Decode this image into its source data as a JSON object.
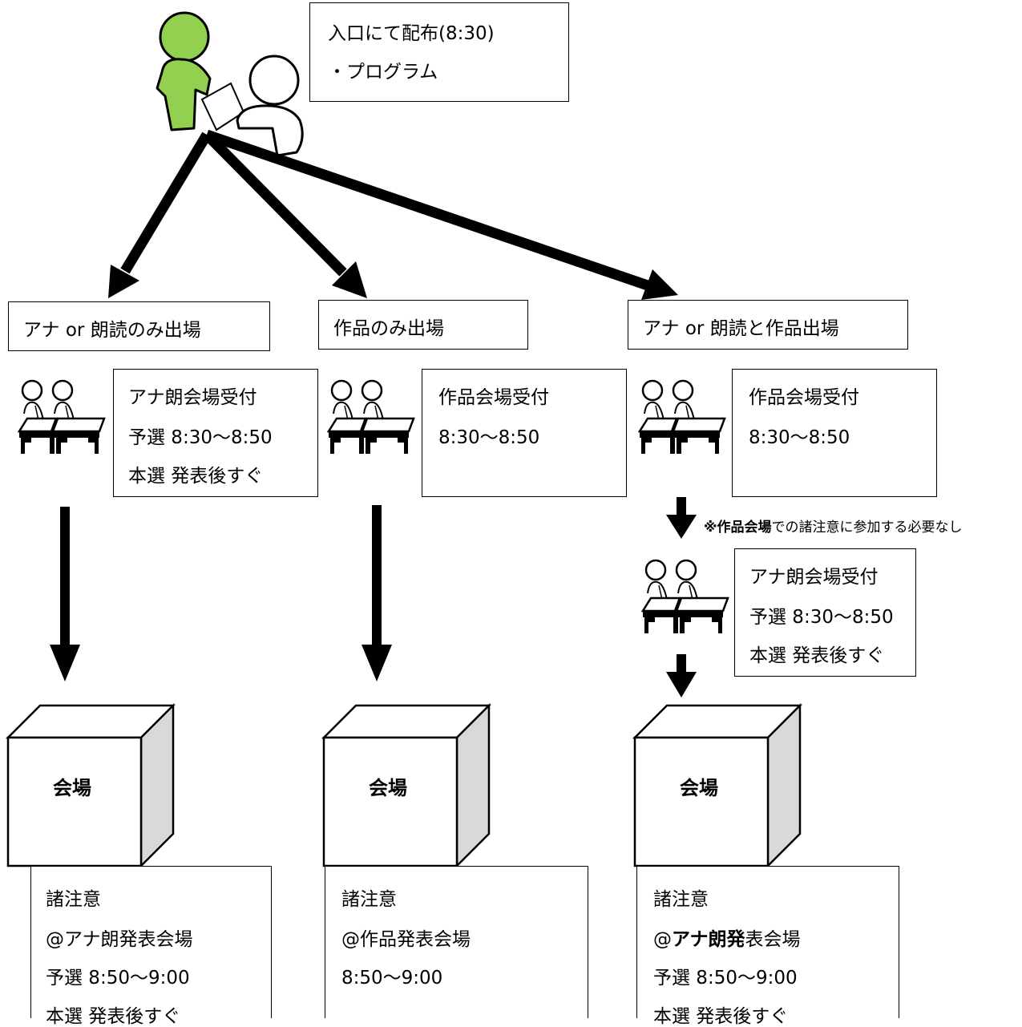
{
  "distribution": {
    "line1": "入口にて配布(8:30)",
    "line2": "・プログラム"
  },
  "routes": [
    {
      "title": "アナ or 朗読のみ出場",
      "reception": {
        "title": "アナ朗会場受付",
        "lines": [
          "予選 8:30〜8:50",
          "本選 発表後すぐ"
        ]
      },
      "venue": "会場",
      "notice": {
        "title": "諸注意",
        "place": "@アナ朗発表会場",
        "lines": [
          "予選 8:50〜9:00",
          "本選 発表後すぐ"
        ]
      }
    },
    {
      "title": "作品のみ出場",
      "reception": {
        "title": "作品会場受付",
        "lines": [
          "8:30〜8:50"
        ]
      },
      "venue": "会場",
      "notice": {
        "title": "諸注意",
        "place": "@作品発表会場",
        "lines": [
          "8:50〜9:00"
        ]
      }
    },
    {
      "title": "アナ or 朗読と作品出場",
      "reception": {
        "title": "作品会場受付",
        "lines": [
          "8:30〜8:50"
        ]
      },
      "note": {
        "bold": "※作品会場",
        "rest": "での諸注意に参加する必要なし"
      },
      "reception2": {
        "title": "アナ朗会場受付",
        "lines": [
          "予選 8:30〜8:50",
          "本選 発表後すぐ"
        ]
      },
      "venue": "会場",
      "notice": {
        "title": "諸注意",
        "place_prefix": "@",
        "place_bold": "アナ朗発",
        "place_rest": "表会場",
        "lines": [
          "予選 8:50〜9:00",
          "本選 発表後すぐ"
        ]
      }
    }
  ],
  "colors": {
    "person_green": "#92D050",
    "box_side": "#d9d9d9"
  }
}
